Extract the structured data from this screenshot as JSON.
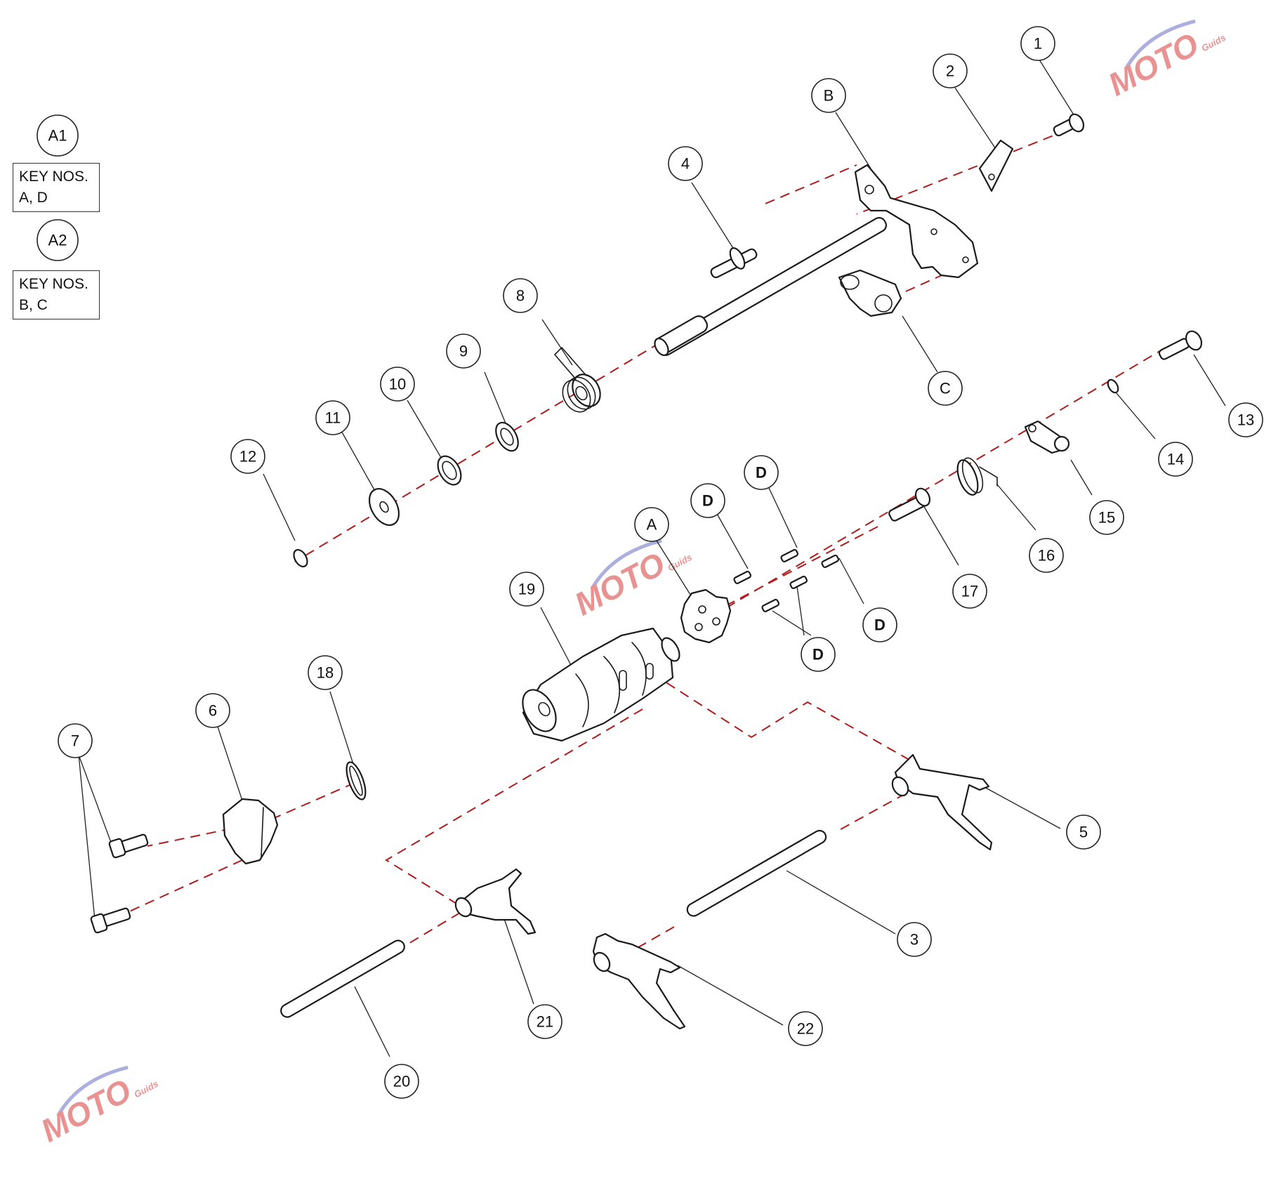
{
  "legend": [
    {
      "key": "A1",
      "heading": "KEY NOS.",
      "items": "A, D"
    },
    {
      "key": "A2",
      "heading": "KEY NOS.",
      "items": "B, C"
    }
  ],
  "callouts": {
    "n1": "1",
    "n2": "2",
    "n3": "3",
    "n4": "4",
    "n5": "5",
    "n6": "6",
    "n7": "7",
    "n8": "8",
    "n9": "9",
    "n10": "10",
    "n11": "11",
    "n12": "12",
    "n13": "13",
    "n14": "14",
    "n15": "15",
    "n16": "16",
    "n17": "17",
    "n18": "18",
    "n19": "19",
    "n20": "20",
    "n21": "21",
    "n22": "22",
    "A": "A",
    "B": "B",
    "C": "C",
    "D": "D"
  },
  "watermark": {
    "brand": "MOTO",
    "sub": "Guids",
    "color_main": "#d63a3a",
    "color_swoosh": "#6a6fc4"
  },
  "colors": {
    "axis_line": "#b01c1c",
    "outline": "#1b1b1b"
  }
}
